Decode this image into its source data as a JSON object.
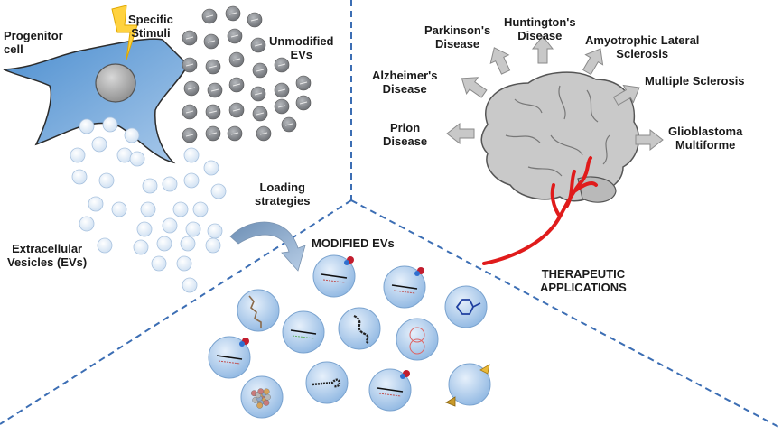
{
  "labels": {
    "progenitor_line1": "Progenitor",
    "progenitor_line2": "cell",
    "stimuli_line1": "Specific",
    "stimuli_line2": "Stimuli",
    "unmodified_line1": "Unmodified",
    "unmodified_line2": "EVs",
    "ev_line1": "Extracellular",
    "ev_line2": "Vesicles (EVs)",
    "loading_line1": "Loading",
    "loading_line2": "strategies",
    "modified": "MODIFIED EVs",
    "therapeutic_line1": "THERAPEUTIC",
    "therapeutic_line2": "APPLICATIONS"
  },
  "diseases": [
    {
      "line1": "Prion",
      "line2": "Disease"
    },
    {
      "line1": "Alzheimer's",
      "line2": "Disease"
    },
    {
      "line1": "Parkinson's",
      "line2": "Disease"
    },
    {
      "line1": "Huntington's",
      "line2": "Disease"
    },
    {
      "line1": "Amyotrophic Lateral",
      "line2": "Sclerosis"
    },
    {
      "line1": "Multiple Sclerosis",
      "line2": ""
    },
    {
      "line1": "Glioblastoma",
      "line2": "Multiforme"
    }
  ],
  "colors": {
    "divider": "#3c6eb4",
    "cell_fill": "#6fa8dc",
    "vesicle_fill": "#dce9f7",
    "unmodified_fill": "#8a8d91",
    "brain_fill": "#c9c9c9",
    "vessel": "#e01b1b",
    "arrow_fill": "#c8c8c8",
    "lightning": "#ffd23f"
  }
}
